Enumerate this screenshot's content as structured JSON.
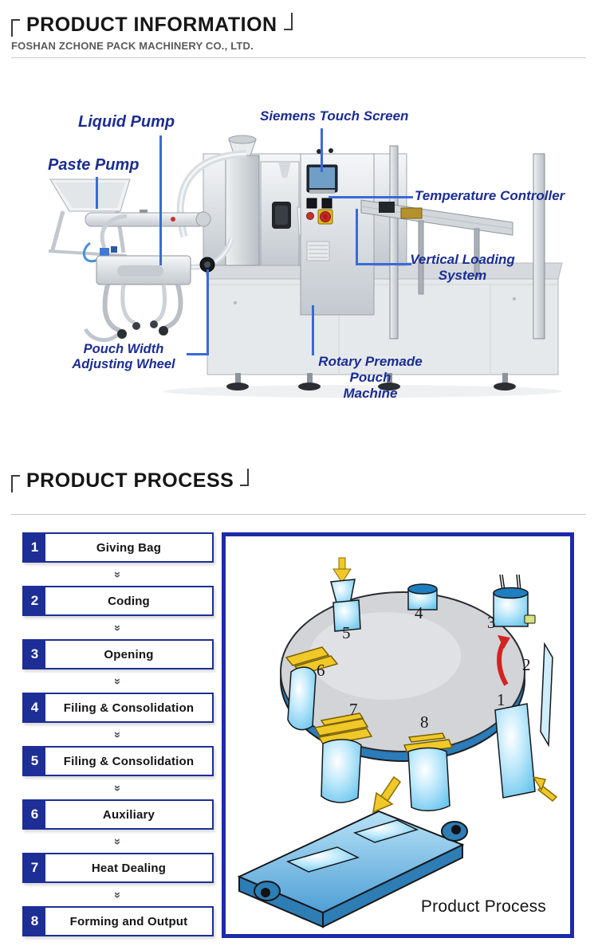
{
  "section_information": {
    "bracket_left": "「",
    "title": "PRODUCT INFORMATION",
    "bracket_right": "」",
    "company": "FOSHAN ZCHONE PACK MACHINERY CO., LTD."
  },
  "machine": {
    "labels": {
      "liquid_pump": "Liquid Pump",
      "paste_pump": "Paste Pump",
      "siemens_touch_screen": "Siemens Touch Screen",
      "temperature_controller": "Temperature Controller",
      "vertical_loading_line1": "Vertical Loading",
      "vertical_loading_line2": "System",
      "pouch_width_line1": "Pouch Width",
      "pouch_width_line2": "Adjusting Wheel",
      "rotary_line1": "Rotary Premade Pouch",
      "rotary_line2": "Machine"
    }
  },
  "section_process": {
    "bracket_left": "「",
    "title": "PRODUCT PROCESS",
    "bracket_right": "」"
  },
  "process_steps": [
    {
      "number": "1",
      "label": "Giving Bag"
    },
    {
      "number": "2",
      "label": "Coding"
    },
    {
      "number": "3",
      "label": "Opening"
    },
    {
      "number": "4",
      "label": "Filing & Consolidation"
    },
    {
      "number": "5",
      "label": "Filing & Consolidation"
    },
    {
      "number": "6",
      "label": "Auxiliary"
    },
    {
      "number": "7",
      "label": "Heat Dealing"
    },
    {
      "number": "8",
      "label": "Forming and Output"
    }
  ],
  "illustration": {
    "caption": "Product Process",
    "station_numbers": [
      "1",
      "2",
      "3",
      "4",
      "5",
      "6",
      "7",
      "8"
    ]
  },
  "icons": {
    "step_arrow": "chevron-double-down",
    "step_arrow_glyph": "»",
    "drop_arrow": "yellow-down-arrow",
    "rotation_arrow": "red-curved-arrow"
  },
  "colors": {
    "accent_navy": "#1d2e96",
    "panel_border": "#1c2ba6",
    "callout_line": "#3a6ad9",
    "label_navy": "#1c2d92",
    "pouch_blue": "#8fd4f2",
    "bar_yellow": "#f0c929",
    "table_gray": "#d2d4d8",
    "conveyor_blue": "#5aa7d8",
    "rotation_red": "#d42222"
  }
}
